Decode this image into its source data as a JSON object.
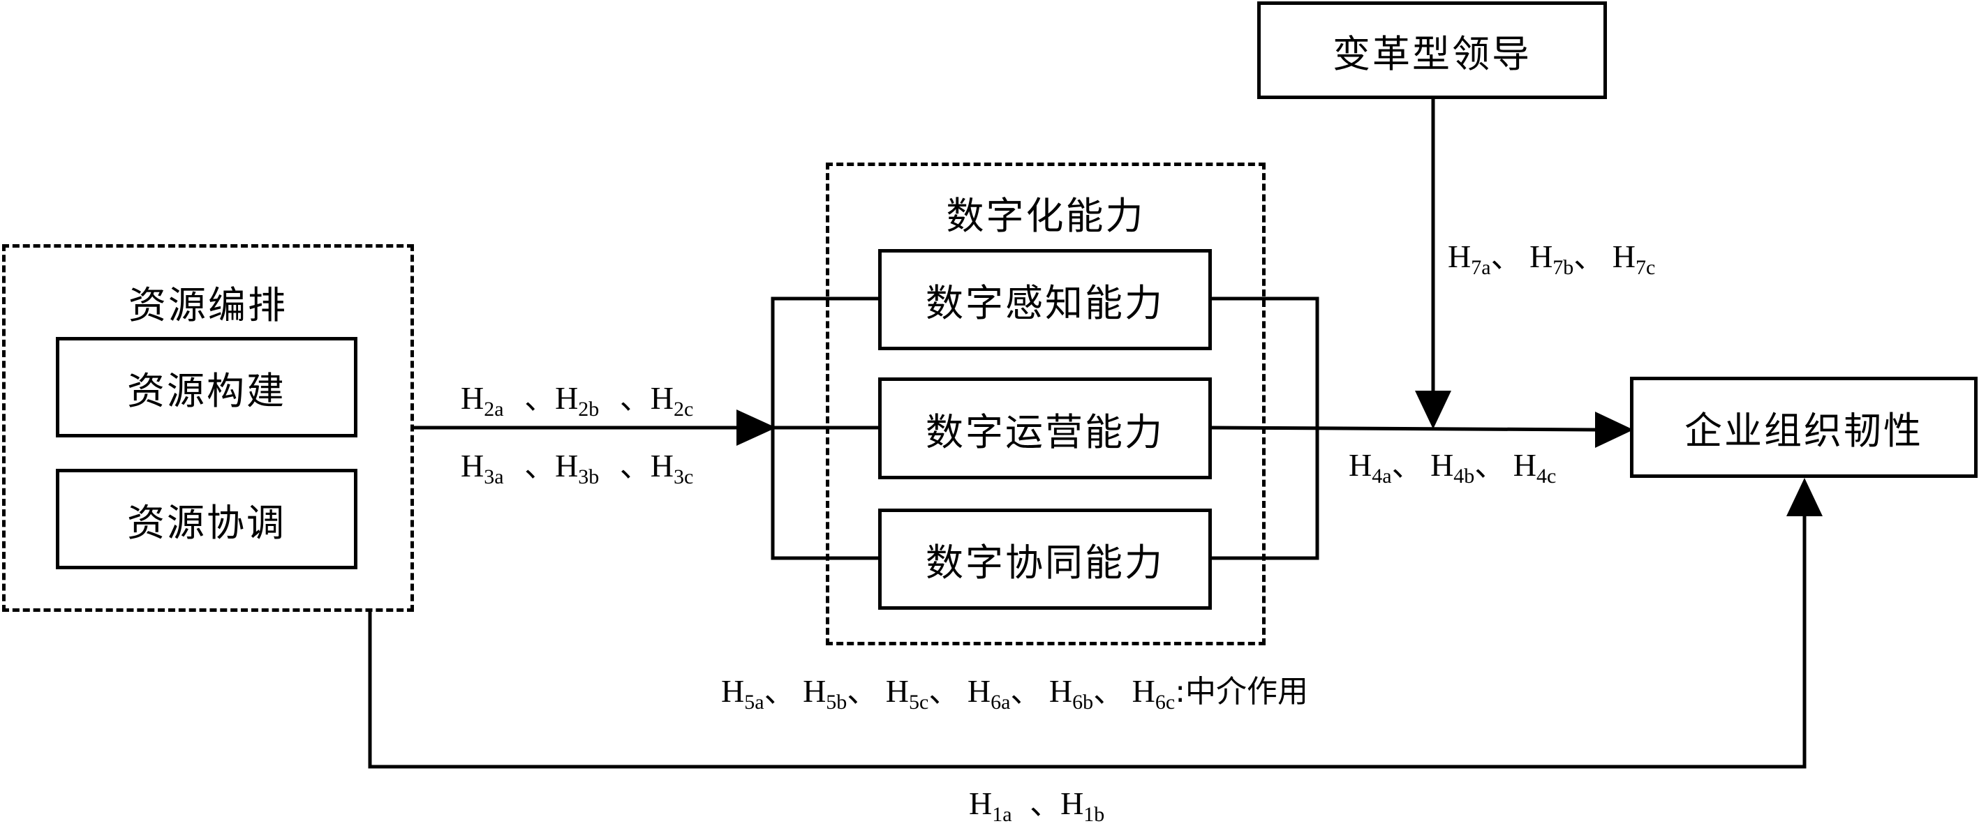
{
  "resource_orchestration": {
    "title": "资源编排",
    "items": [
      "资源构建",
      "资源协调"
    ]
  },
  "digital_capability": {
    "title": "数字化能力",
    "items": [
      "数字感知能力",
      "数字运营能力",
      "数字协同能力"
    ]
  },
  "transformational_leadership": "变革型领导",
  "org_resilience": "企业组织韧性",
  "hypotheses": {
    "h2": [
      {
        "base": "H",
        "sub": "2a"
      },
      {
        "base": "H",
        "sub": "2b"
      },
      {
        "base": "H",
        "sub": "2c"
      }
    ],
    "h3": [
      {
        "base": "H",
        "sub": "3a"
      },
      {
        "base": "H",
        "sub": "3b"
      },
      {
        "base": "H",
        "sub": "3c"
      }
    ],
    "h4": [
      {
        "base": "H",
        "sub": "4a"
      },
      {
        "base": "H",
        "sub": "4b"
      },
      {
        "base": "H",
        "sub": "4c"
      }
    ],
    "h7": [
      {
        "base": "H",
        "sub": "7a"
      },
      {
        "base": "H",
        "sub": "7b"
      },
      {
        "base": "H",
        "sub": "7c"
      }
    ],
    "h1": [
      {
        "base": "H",
        "sub": "1a"
      },
      {
        "base": "H",
        "sub": "1b"
      }
    ],
    "mediation": [
      {
        "base": "H",
        "sub": "5a"
      },
      {
        "base": "H",
        "sub": "5b"
      },
      {
        "base": "H",
        "sub": "5c"
      },
      {
        "base": "H",
        "sub": "6a"
      },
      {
        "base": "H",
        "sub": "6b"
      },
      {
        "base": "H",
        "sub": "6c"
      }
    ],
    "separator": "、",
    "mediation_label": ":中介作用"
  }
}
